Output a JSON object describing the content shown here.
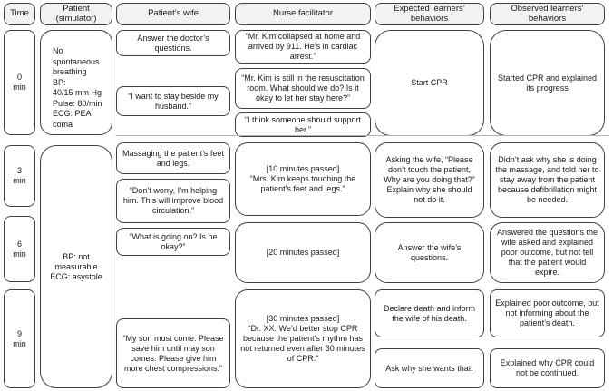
{
  "figure": {
    "title": "Simulation scenario timeline table",
    "colors": {
      "border": "#3f3f3f",
      "header_fill": "#f2f2f2",
      "background": "#ffffff"
    },
    "headers": {
      "time": "Time",
      "patient": "Patient (simulator)",
      "wife": "Patient’s wife",
      "nurse": "Nurse facilitator",
      "expected": "Expected learners’ behaviors",
      "observed": "Observed learners’ behaviors"
    },
    "time": {
      "r0": "0\nmin",
      "r3": "3\nmin",
      "r6": "6\nmin",
      "r9": "9\nmin"
    },
    "patient": {
      "r0": "No\nspontaneous\nbreathing\nBP:\n40/15 mm Hg\nPulse: 80/min\nECG: PEA\ncoma",
      "r3_9": "BP: not\nmeasurable\nECG: asystole"
    },
    "wife": {
      "r0a": "Answer the doctor’s questions.",
      "r0b": "“I want to stay beside my husband.”",
      "r3a": "Massaging the patient’s feet and legs.",
      "r3b": "“Don’t worry, I’m helping him. This will improve blood circulation.”",
      "r6a": "“What is going on? Is he okay?”",
      "r9a": "“My son must come. Please save him until may son comes. Please give him more chest compressions.”"
    },
    "nurse": {
      "r0a": "“Mr. Kim collapsed at home and arrived by 911. He’s in cardiac arrest.”",
      "r0b": "“Mr. Kim is still in the resuscitation room. What should we do? Is it okay to let her stay here?”",
      "r0c": "“I think someone should support her.”",
      "r3": "[10 minutes passed]\n“Mrs. Kim keeps touching the patient’s feet and legs.”",
      "r6": "[20 minutes passed]",
      "r9": "[30 minutes passed]\n“Dr. XX. We’d better stop CPR because the patient’s rhythm has not returned even after 30 minutes of CPR.”"
    },
    "expected": {
      "r0": "Start CPR",
      "r3": "Asking the wife, “Please don’t touch the patient, Why are you doing that?” Explain why she should not do it.",
      "r6": "Answer the wife’s questions.",
      "r9a": "Declare death and inform the wife of his death.",
      "r9b": "Ask why she wants that."
    },
    "observed": {
      "r0": "Started CPR and explained its progress",
      "r3": "Didn’t ask why she is doing the massage, and told her to stay away from the patient because defibrillation might be needed.",
      "r6": "Answered the questions the wife asked and explained poor outcome, but not tell that the patient would expire.",
      "r9a": "Explained poor outcome, but not informing about the patient’s death.",
      "r9b": "Explained why CPR could not be continued."
    }
  }
}
